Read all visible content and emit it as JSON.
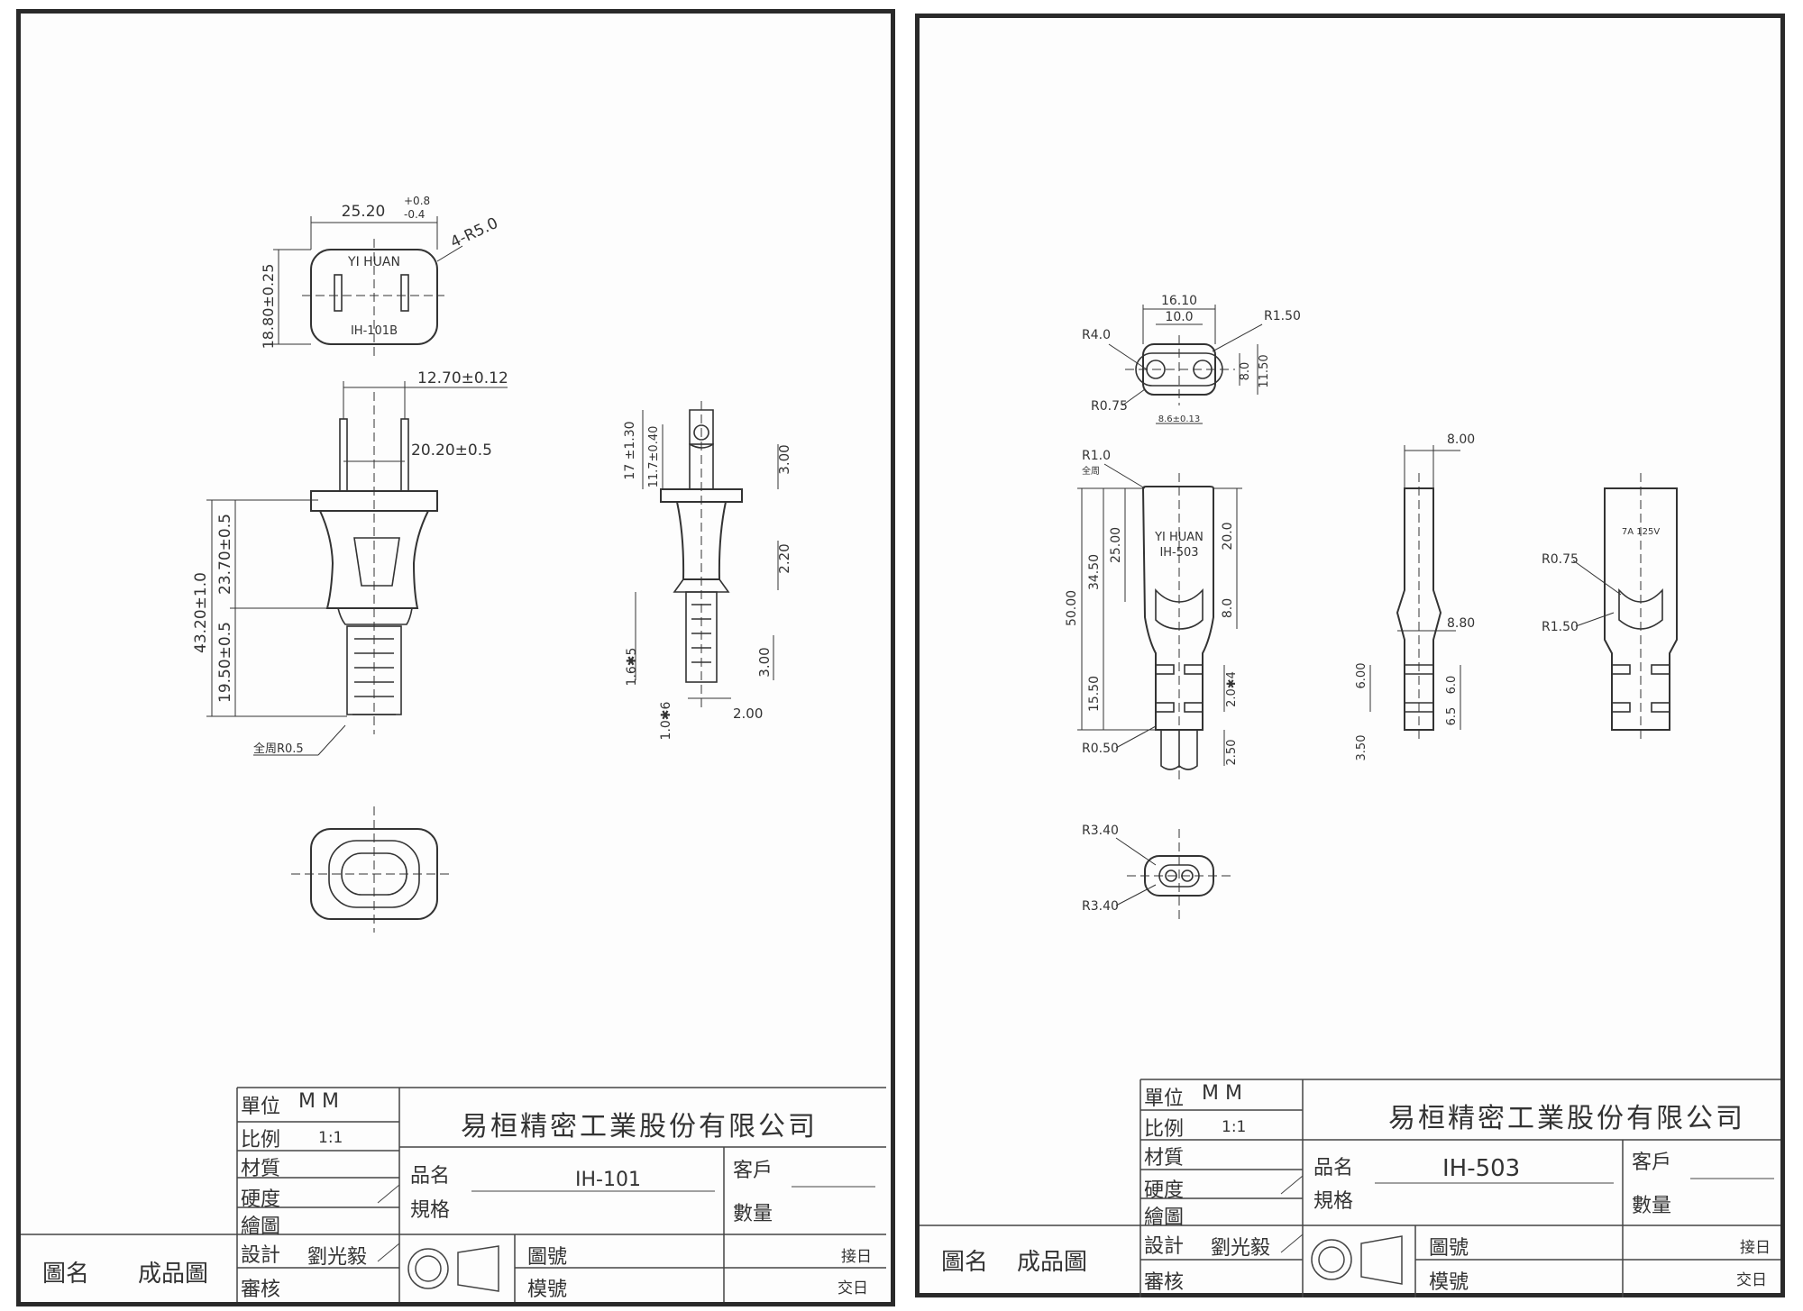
{
  "sheets": [
    {
      "part_label_face": "YI  HUAN",
      "part_code_face": "IH-101B",
      "dims": {
        "width_top": "25.20",
        "tol_plus": "+0.8",
        "tol_minus": "-0.4",
        "radius_corner": "4-R5.0",
        "height_face": "18.80±0.25",
        "pin_spacing": "12.70±0.12",
        "pin_len": "20.20±0.5",
        "total_len": "43.20±1.0",
        "body_upper": "23.70±0.5",
        "body_lower": "19.50±0.5",
        "round_all": "全周R0.5",
        "side_17": "17 ±1.30",
        "side_11": "11.7±0.40",
        "side_3a": "3.00",
        "side_2_20": "2.20",
        "side_1_6": "1.6✱5",
        "side_3b": "3.00",
        "side_1_0": "1.0✱6",
        "side_2_00": "2.00"
      },
      "title_block": {
        "unit_label": "單位",
        "unit_value": "M    M",
        "scale_label": "比例",
        "scale_value": "1:1",
        "material_label": "材質",
        "hardness_label": "硬度",
        "drawn_label": "繪圖",
        "design_label": "設計",
        "designer": "劉光毅",
        "review_label": "審核",
        "company": "易桓精密工業股份有限公司",
        "product_label": "品名",
        "product_value": "IH-101",
        "spec_label": "規格",
        "customer_label": "客戶",
        "qty_label": "數量",
        "drawing_no_label": "圖號",
        "mold_no_label": "模號",
        "date_in_label": "接日",
        "date_out_label": "交日",
        "drawing_name_label": "圖名",
        "drawing_name_value": "成品圖"
      }
    },
    {
      "part_label_face": "YI  HUAN",
      "part_code_face": "IH-503",
      "rating": "7A 125V",
      "dims": {
        "w_16": "16.10",
        "w_10": "10.0",
        "r_1_5a": "R1.50",
        "r_4": "R4.0",
        "h_8": "8.0",
        "h_11_5": "11.50",
        "r_0_75a": "R0.75",
        "w_8_6": "8.6±0.13",
        "r_1_0": "R1.0",
        "all_round": "全周",
        "len_50": "50.00",
        "len_34_5": "34.50",
        "len_25": "25.00",
        "len_20": "20.0",
        "len_8": "8.0",
        "len_15_5": "15.50",
        "len_2x4": "2.0✱4",
        "r_0_5": "R0.50",
        "len_2_5": "2.50",
        "side_8": "8.00",
        "side_8_8": "8.80",
        "side_6": "6.00",
        "side_6_0": "6.0",
        "side_6_5": "6.5",
        "side_3_5": "3.50",
        "r_0_75b": "R0.75",
        "r_1_5b": "R1.50",
        "r_3_4a": "R3.40",
        "r_3_4b": "R3.40"
      },
      "title_block": {
        "unit_label": "單位",
        "unit_value": "M    M",
        "scale_label": "比例",
        "scale_value": "1:1",
        "material_label": "材質",
        "hardness_label": "硬度",
        "drawn_label": "繪圖",
        "design_label": "設計",
        "designer": "劉光毅",
        "review_label": "審核",
        "company": "易桓精密工業股份有限公司",
        "product_label": "品名",
        "product_value": "IH-503",
        "spec_label": "規格",
        "customer_label": "客戶",
        "qty_label": "數量",
        "drawing_no_label": "圖號",
        "mold_no_label": "模號",
        "date_in_label": "接日",
        "date_out_label": "交日",
        "drawing_name_label": "圖名",
        "drawing_name_value": "成品圖"
      }
    }
  ]
}
